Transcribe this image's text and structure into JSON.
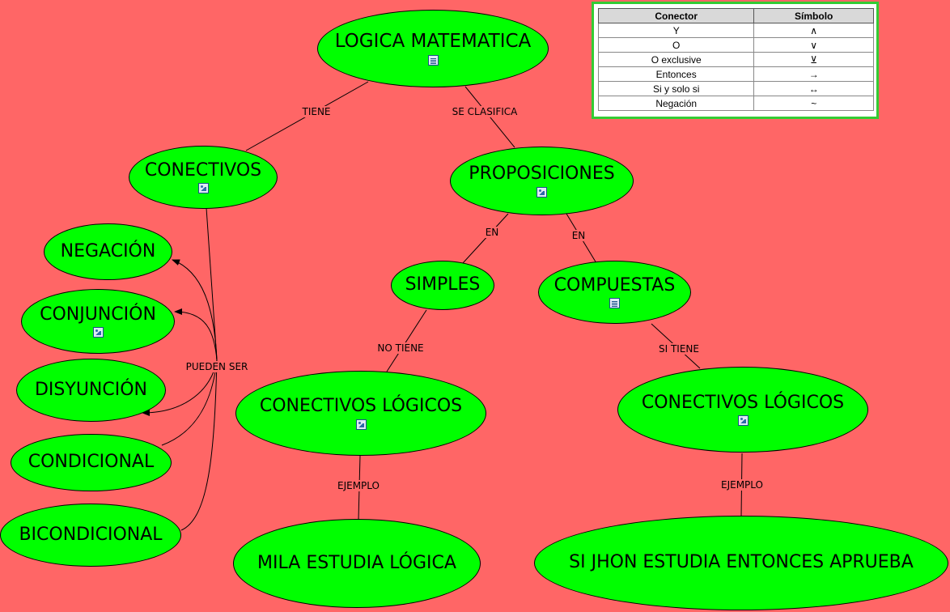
{
  "diagram": {
    "background_color": "#ff6666",
    "node_color": "#00ff00",
    "nodes": {
      "logica": {
        "label": "LOGICA MATEMATICA",
        "icon": "document-icon"
      },
      "conectivos": {
        "label": "CONECTIVOS",
        "icon": "image-icon"
      },
      "proposiciones": {
        "label": "PROPOSICIONES",
        "icon": "image-icon"
      },
      "negacion": {
        "label": "NEGACIÓN"
      },
      "conjuncion": {
        "label": "CONJUNCIÓN",
        "icon": "image-icon"
      },
      "disyuncion": {
        "label": "DISYUNCIÓN"
      },
      "condicional": {
        "label": "CONDICIONAL"
      },
      "bicondicional": {
        "label": "BICONDICIONAL"
      },
      "simples": {
        "label": "SIMPLES"
      },
      "compuestas": {
        "label": "COMPUESTAS",
        "icon": "document-icon"
      },
      "conectivos_logicos_1": {
        "label": "CONECTIVOS LÓGICOS",
        "icon": "image-icon"
      },
      "conectivos_logicos_2": {
        "label": "CONECTIVOS LÓGICOS",
        "icon": "image-icon"
      },
      "ejemplo_simple": {
        "label": "MILA ESTUDIA LÓGICA"
      },
      "ejemplo_compuesta": {
        "label": "SI JHON ESTUDIA ENTONCES APRUEBA"
      }
    },
    "links": {
      "tiene": "TIENE",
      "se_clasifica": "SE CLASIFICA",
      "en_1": "EN",
      "en_2": "EN",
      "pueden_ser": "PUEDEN SER",
      "no_tiene": "NO TIENE",
      "si_tiene": "SI TIENE",
      "ejemplo_1": "EJEMPLO",
      "ejemplo_2": "EJEMPLO"
    }
  },
  "table": {
    "border_color": "#33cc33",
    "headers": [
      "Conector",
      "Símbolo"
    ],
    "rows": [
      [
        "Y",
        "∧"
      ],
      [
        "O",
        "∨"
      ],
      [
        "O exclusive",
        "⊻"
      ],
      [
        "Entonces",
        "→"
      ],
      [
        "Si y solo si",
        "↔"
      ],
      [
        "Negación",
        "~"
      ]
    ]
  }
}
